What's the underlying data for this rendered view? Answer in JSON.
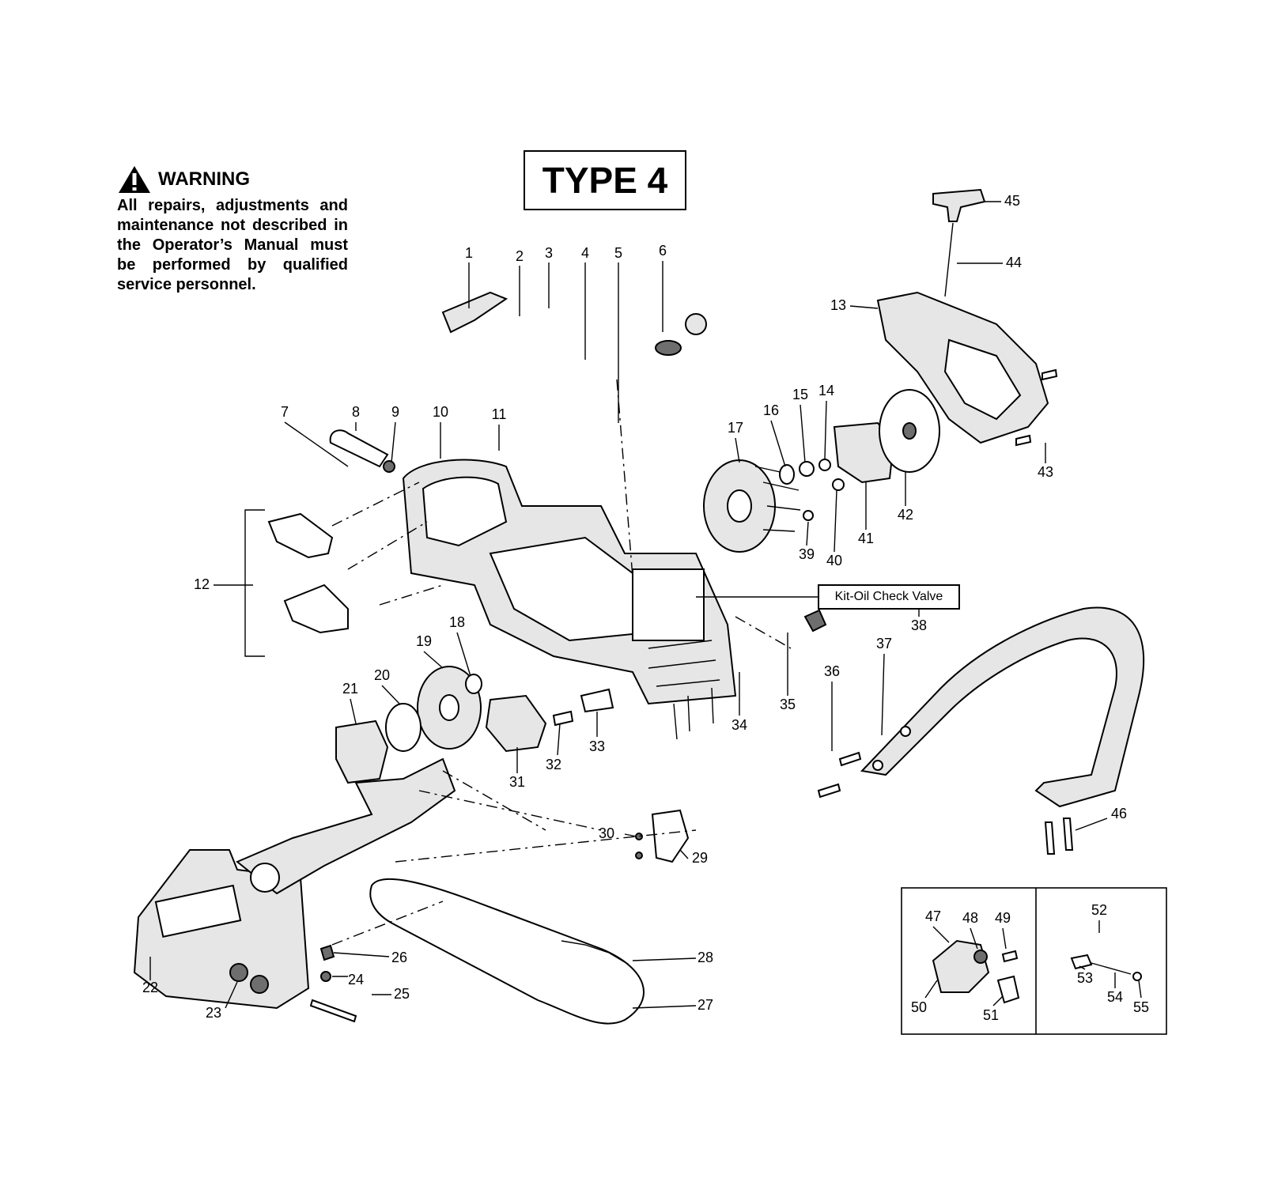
{
  "warning": {
    "title": "WARNING",
    "text": "All repairs, adjustments and maintenance not described in the Operator’s Manual must be performed by qualified service personnel."
  },
  "type_label": "TYPE 4",
  "callout_label": "Kit-Oil Check Valve",
  "parts": [
    "1",
    "2",
    "3",
    "4",
    "5",
    "6",
    "7",
    "8",
    "9",
    "10",
    "11",
    "12",
    "13",
    "14",
    "15",
    "16",
    "17",
    "18",
    "19",
    "20",
    "21",
    "22",
    "23",
    "24",
    "25",
    "26",
    "27",
    "28",
    "29",
    "30",
    "31",
    "32",
    "33",
    "34",
    "35",
    "36",
    "37",
    "38",
    "39",
    "40",
    "41",
    "42",
    "43",
    "44",
    "45",
    "46",
    "47",
    "48",
    "49",
    "50",
    "51",
    "52",
    "53",
    "54",
    "55"
  ]
}
